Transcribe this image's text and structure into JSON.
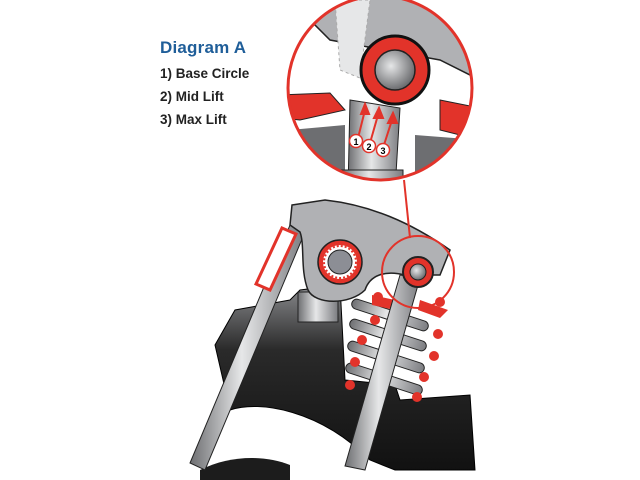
{
  "diagram": {
    "title": "Diagram A",
    "legend": [
      {
        "label": "1) Base Circle"
      },
      {
        "label": "2) Mid Lift"
      },
      {
        "label": "3) Max Lift"
      }
    ],
    "callout_markers": [
      "1",
      "2",
      "3"
    ],
    "colors": {
      "title": "#1f5e99",
      "accent_red": "#e2332a",
      "metal_gray": "#a8a9ad",
      "head_black": "#1c1c1c"
    }
  }
}
